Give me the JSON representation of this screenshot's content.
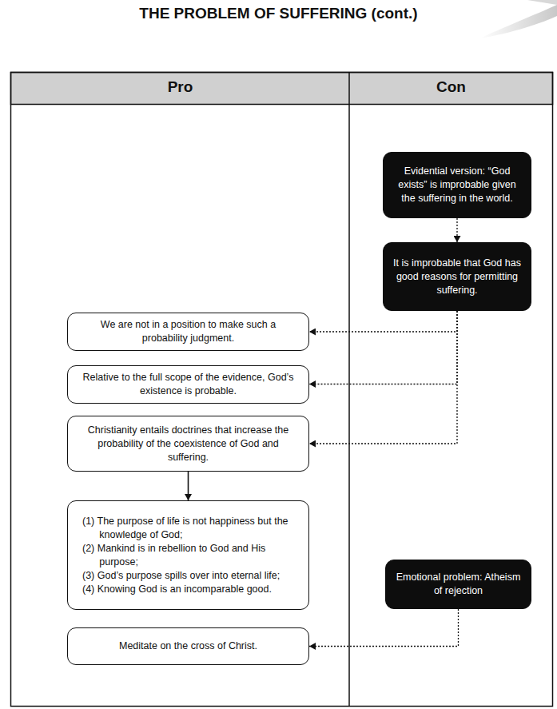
{
  "diagram": {
    "title": "THE PROBLEM OF SUFFERING (cont.)",
    "nodes": [
      {
        "text": [
          "Evidential version: “God exists” is improbable given the suffering in the world."
        ]
      },
      {
        "text": [
          "It is improbable that God has good reasons for permitting suffering."
        ]
      },
      {
        "text": [
          "We are not in a position to make such a probability judgment."
        ]
      },
      {
        "text": [
          "Relative to the full scope of the evidence, God’s existence is probable."
        ]
      },
      {
        "text": [
          "Christianity entails doctrines that increase the probability of the coexistence of God and suffering."
        ]
      },
      {
        "text": [
          "(1) The purpose of life is not happiness but the knowledge of God;",
          "(2) Mankind is in rebellion to God and His purpose;",
          "(3) God’s purpose spills over into eternal life;",
          "(4) Knowing God is an incomparable good."
        ]
      },
      {
        "text": [
          "Emotional problem: Atheism of rejection"
        ]
      },
      {
        "text": [
          "Meditate on the cross of Christ."
        ]
      }
    ],
    "edges": [
      {
        "from": 0,
        "to": 1,
        "arrow": "to"
      },
      {
        "from": 1,
        "to": 2,
        "arrow": "to"
      },
      {
        "from": 1,
        "to": 3,
        "arrow": "to"
      },
      {
        "from": 1,
        "to": 4,
        "arrow": "to"
      },
      {
        "from": 4,
        "to": 5,
        "arrow": "to"
      },
      {
        "from": 6,
        "to": 7,
        "arrow": "to"
      }
    ],
    "labels": [
      "Pro",
      "Con"
    ]
  }
}
